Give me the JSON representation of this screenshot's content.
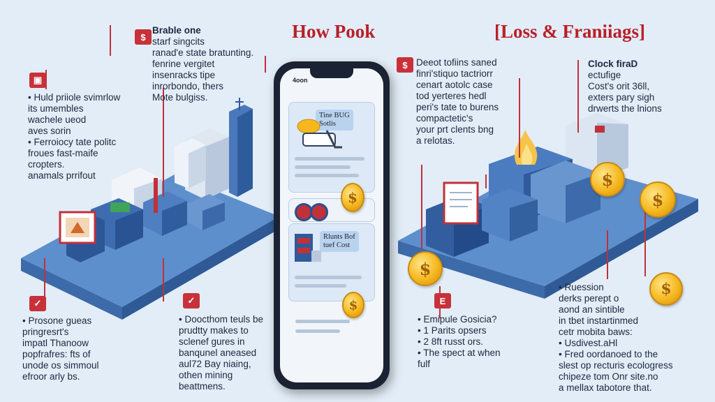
{
  "title_left": "How Pook",
  "title_right": "[Loss & Franiiags]",
  "left_top_block": [
    "Brable one",
    "starf singcits",
    "ranad'e state bratunting.",
    "fenrine vergitet",
    "insenracks tipe",
    "inrorbondo, thers",
    "Mote bulgiss."
  ],
  "left_mid_block": [
    {
      "text": "Huld priiole svimrlow",
      "bullet": true
    },
    {
      "text": "its umembles",
      "bullet": false
    },
    {
      "text": "wachele ueod",
      "bullet": false
    },
    {
      "text": "aves sorin",
      "bullet": false
    },
    {
      "text": "Ferroiocy tate politc",
      "bullet": true
    },
    {
      "text": "froues fast-maife",
      "bullet": false
    },
    {
      "text": "cropters.",
      "bullet": false
    },
    {
      "text": "anamals prrifout",
      "bullet": false
    }
  ],
  "left_bottom_block": [
    {
      "text": "Prosone gueas",
      "bullet": true
    },
    {
      "text": "pringresrt's",
      "bullet": false
    },
    {
      "text": "impatl Thanoow",
      "bullet": false
    },
    {
      "text": "popfrafres: fts of",
      "bullet": false
    },
    {
      "text": "unode os simmoul",
      "bullet": false
    },
    {
      "text": "efroor arly bs.",
      "bullet": false
    }
  ],
  "center_bottom_block": [
    {
      "text": "Doocthom teuls be",
      "bullet": true
    },
    {
      "text": "prudtty makes to",
      "bullet": false
    },
    {
      "text": "sclenef gures in",
      "bullet": false
    },
    {
      "text": "banqunel aneased",
      "bullet": false
    },
    {
      "text": "aul72 Bay niaing,",
      "bullet": false
    },
    {
      "text": "othen mining",
      "bullet": false
    },
    {
      "text": "beattmens.",
      "bullet": false
    }
  ],
  "right_top_block": [
    "Deeot tofiins saned",
    "finri'stiquo tactriorr",
    "cenart aotolc case",
    "tod yerteres hedl",
    "peri's tate to burens",
    "compactetic's",
    "your prt clents bng",
    "a relotas."
  ],
  "right_top2_block": [
    "Clock firaD",
    "ectufige",
    "Cost's orit 36ll,",
    "exters pary sigh",
    "drwerts the lnions"
  ],
  "right_mid_block": [
    {
      "text": "Emipule Gosicia?",
      "bullet": true
    },
    {
      "text": "1 Parits opsers",
      "bullet": true
    },
    {
      "text": "2 8ft russt ors.",
      "bullet": true
    },
    {
      "text": "The spect at when",
      "bullet": true
    },
    {
      "text": "fulf",
      "bullet": false
    }
  ],
  "right_bottom_block": [
    {
      "text": "Ruession",
      "bullet": true
    },
    {
      "text": "derks perept o",
      "bullet": false
    },
    {
      "text": "aond an sintible",
      "bullet": false
    },
    {
      "text": "in tbet instartinmed",
      "bullet": false
    },
    {
      "text": "cetr mobita baws:",
      "bullet": false
    },
    {
      "text": "Usdivest.aHl",
      "bullet": true
    },
    {
      "text": "Fred oordanoed to the",
      "bullet": true
    },
    {
      "text": "slest op recturis ecologress",
      "bullet": false
    },
    {
      "text": "chipeze tom Onr site.no",
      "bullet": false
    },
    {
      "text": "a mellax tabotore that.",
      "bullet": false
    }
  ],
  "phone": {
    "status": "4oon",
    "card1_label": [
      "Tine BUG",
      "Sotlis"
    ],
    "card3_label": [
      "Rlunts Bof",
      "tuef Cost"
    ]
  },
  "coin_symbol": "$",
  "badges": {
    "left_top": "$",
    "left_bottom": "✓",
    "center_bottom": "✓",
    "right_top": "$",
    "right_mid": "E"
  },
  "colors": {
    "accent": "#c0313a",
    "title": "#b8202a",
    "background": "#e3edf7",
    "platform": "#5b86c2",
    "coin": "#f5b81f"
  }
}
